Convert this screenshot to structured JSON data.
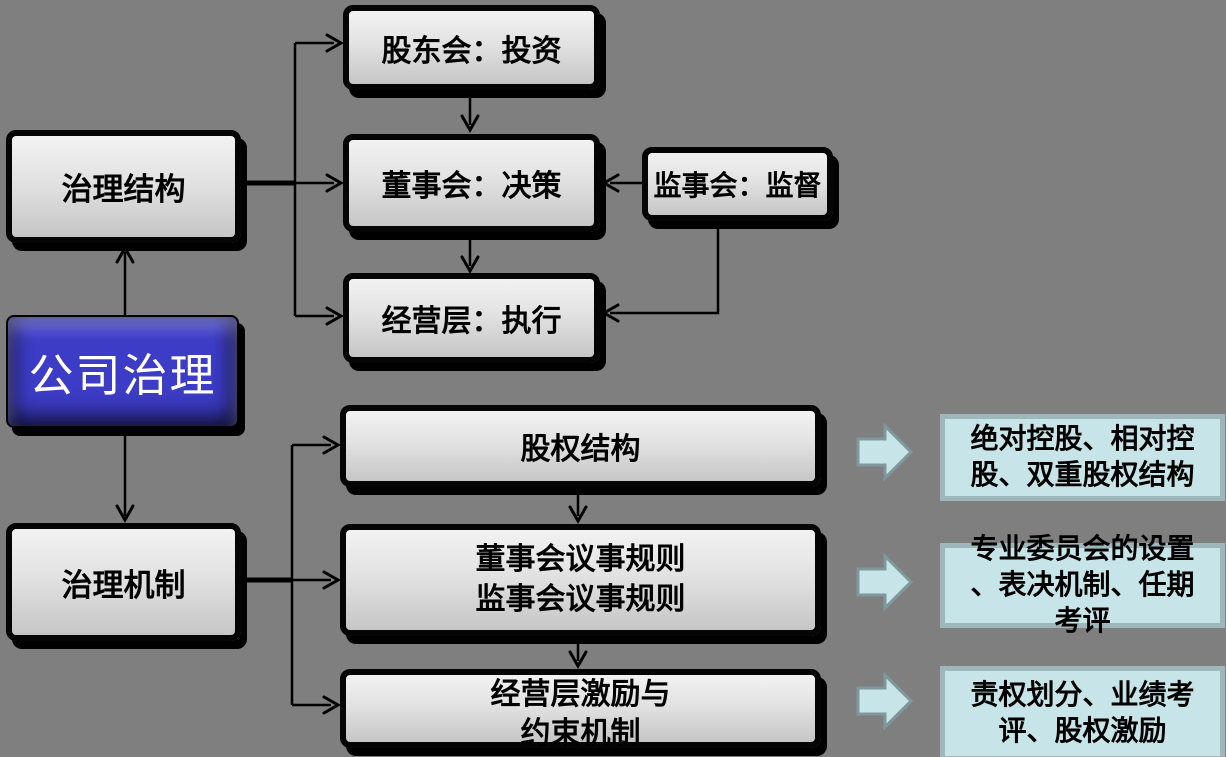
{
  "diagram": {
    "background": "#7f7f7f",
    "colors": {
      "node_border": "#000000",
      "node_fill_top": "#f2f2f2",
      "node_fill_bottom": "#c6c6c6",
      "root_fill": "#3c3cc6",
      "root_text": "#ffffff",
      "outcome_fill": "#c7e4e8",
      "outcome_border": "#9db7bb",
      "connector": "#000000"
    },
    "icons": {
      "block_arrow": "right-block-arrow"
    },
    "root": {
      "label": "公司治理"
    },
    "structure": {
      "parent": {
        "label": "治理结构"
      },
      "children": [
        {
          "label": "股东会：投资"
        },
        {
          "label": "董事会：决策"
        },
        {
          "label": "经营层：执行"
        }
      ],
      "supervisor": {
        "label": "监事会：监督"
      }
    },
    "mechanism": {
      "parent": {
        "label": "治理机制"
      },
      "children": [
        {
          "label": "股权结构"
        },
        {
          "label": "董事会议事规则\n监事会议事规则"
        },
        {
          "label": "经营层激励与\n约束机制"
        }
      ],
      "outcomes": [
        {
          "label": "绝对控股、相对控\n股、双重股权结构"
        },
        {
          "label": "专业委员会的设置\n、表决机制、任期\n考评"
        },
        {
          "label": "责权划分、业绩考\n评、股权激励"
        }
      ]
    }
  }
}
